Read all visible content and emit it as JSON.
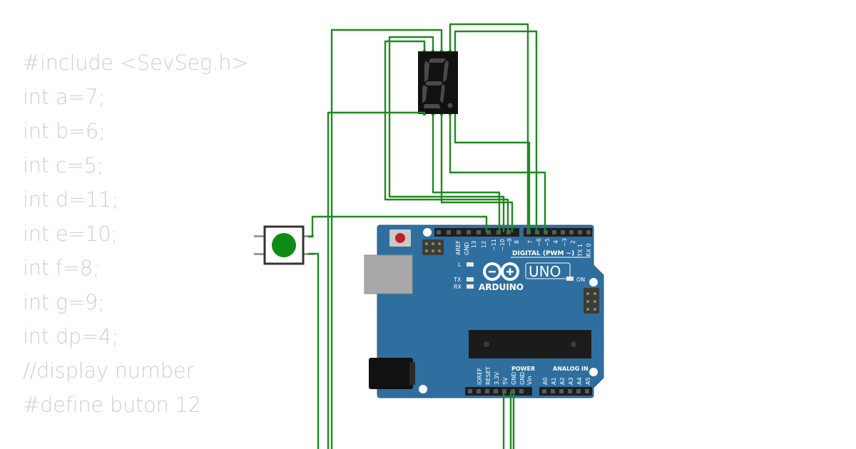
{
  "code_lines": [
    "#include <SevSeg.h>",
    "int a=7;",
    "int b=6;",
    "int c=5;",
    "int d=11;",
    "int e=10;",
    "int f=8;",
    "int g=9;",
    "int dp=4;",
    "//display number",
    "#define buton 12"
  ],
  "board": {
    "brand": "ARDUINO",
    "model": "UNO",
    "digital_header_label": "DIGITAL (PWM ~)",
    "digital_pins_left": [
      "AREF",
      "GND",
      "13",
      "12",
      "~11",
      "~10",
      "~9",
      "8"
    ],
    "digital_pins_right": [
      "7",
      "~6",
      "~5",
      "4",
      "~3",
      "2",
      "TX 1",
      "RX 0"
    ],
    "power_label": "POWER",
    "power_pins": [
      "IOREF",
      "RESET",
      "3.3V",
      "5V",
      "GND",
      "GND",
      "Vin"
    ],
    "analog_label": "ANALOG IN",
    "analog_pins": [
      "A0",
      "A1",
      "A2",
      "A3",
      "A4",
      "A5"
    ],
    "led_l": "L",
    "led_tx": "TX",
    "led_rx": "RX",
    "led_on": "ON"
  },
  "colors": {
    "board": "#2f6fa0",
    "wire": "#1e8a1e",
    "button_cap": "#0f8a16",
    "display_body": "#111111",
    "code_text": "#cfcfcf"
  }
}
